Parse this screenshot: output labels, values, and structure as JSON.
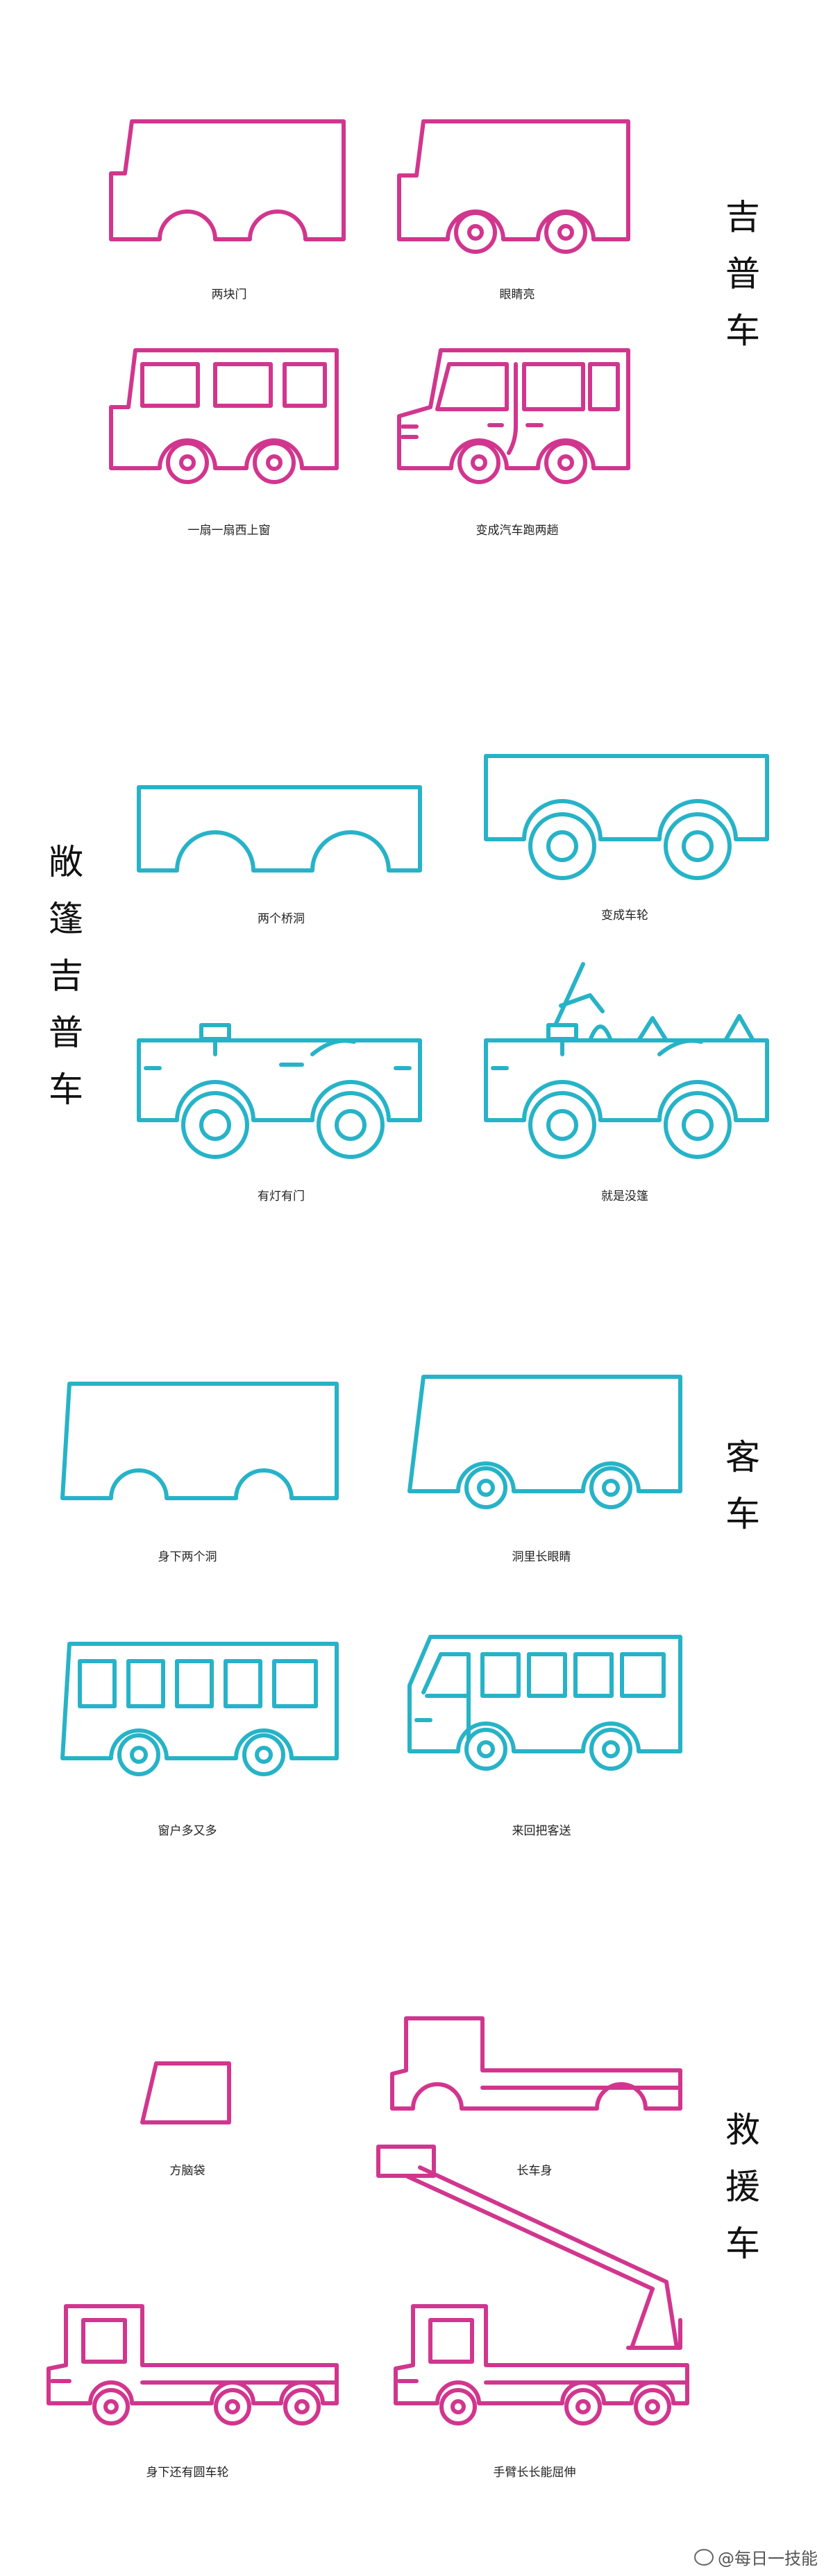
{
  "colors": {
    "pink": "#d1368e",
    "cyan": "#27b3c7"
  },
  "jeep": {
    "title": [
      "吉",
      "普",
      "车"
    ],
    "steps": [
      "两块门",
      "眼睛亮",
      "一扇一扇西上窗",
      "变成汽车跑两趟"
    ]
  },
  "convertible": {
    "title": [
      "敞",
      "篷",
      "吉",
      "普",
      "车"
    ],
    "steps": [
      "两个桥洞",
      "变成车轮",
      "有灯有门",
      "就是没篷"
    ]
  },
  "bus": {
    "title": [
      "客",
      "车"
    ],
    "steps": [
      "身下两个洞",
      "洞里长眼睛",
      "窗户多又多",
      "来回把客送"
    ]
  },
  "rescue": {
    "title": [
      "救",
      "援",
      "车"
    ],
    "steps": [
      "方脑袋",
      "长车身",
      "身下还有圆车轮",
      "手臂长长能屈伸"
    ]
  },
  "watermark": {
    "icon": "weibo-icon",
    "text": "@每日一技能"
  }
}
